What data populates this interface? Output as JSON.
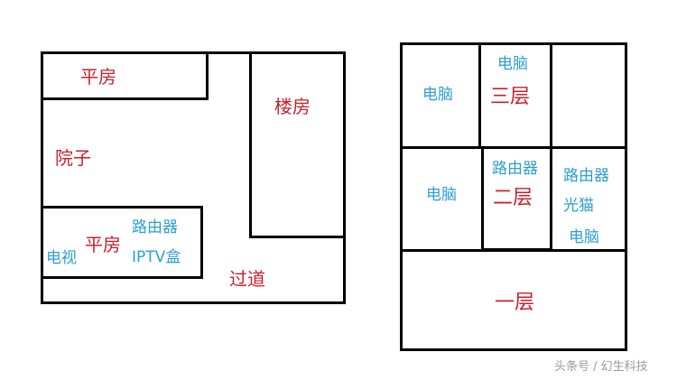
{
  "colors": {
    "room_label": "#c8202c",
    "device_label": "#2a9fd0",
    "wall": "#000000",
    "watermark": "#9a9a9a"
  },
  "left_plan": {
    "rooms": {
      "top_bungalow": "平房",
      "courtyard": "院子",
      "main_building": "楼房",
      "lower_bungalow": "平房",
      "corridor": "过道"
    },
    "devices": {
      "tv": "电视",
      "router": "路由器",
      "iptv_box": "IPTV盒"
    }
  },
  "right_plan": {
    "floors": {
      "third": "三层",
      "second": "二层",
      "first": "一层"
    },
    "third_floor_devices": {
      "left_cell": "电脑",
      "middle_cell": "电脑"
    },
    "second_floor_devices": {
      "left_cell": "电脑",
      "middle_cell": "路由器",
      "right_cell": [
        "路由器",
        "光猫",
        "电脑"
      ]
    }
  },
  "watermark": "头条号 / 幻生科技"
}
